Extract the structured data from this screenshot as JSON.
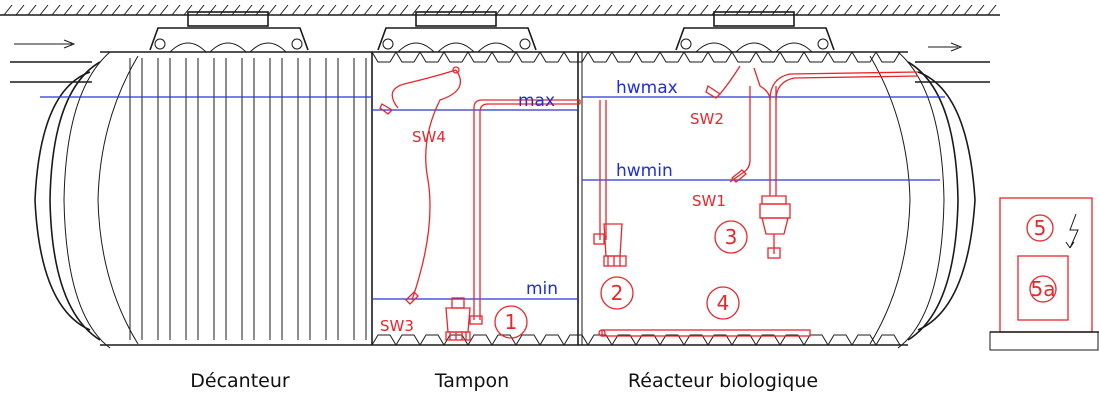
{
  "colors": {
    "outline": "#1a1a1a",
    "level_lines": "#2a36d8",
    "components": "#e8262c"
  },
  "levels": {
    "max": "max",
    "min": "min",
    "hwmax": "hwmax",
    "hwmin": "hwmin"
  },
  "switches": {
    "sw1": "SW1",
    "sw2": "SW2",
    "sw3": "SW3",
    "sw4": "SW4"
  },
  "components": {
    "c1": "1",
    "c2": "2",
    "c3": "3",
    "c4": "4",
    "c5": "5",
    "c5a": "5a"
  },
  "captions": {
    "decanteur": "Décanteur",
    "tampon": "Tampon",
    "reacteur": "Réacteur biologique"
  }
}
